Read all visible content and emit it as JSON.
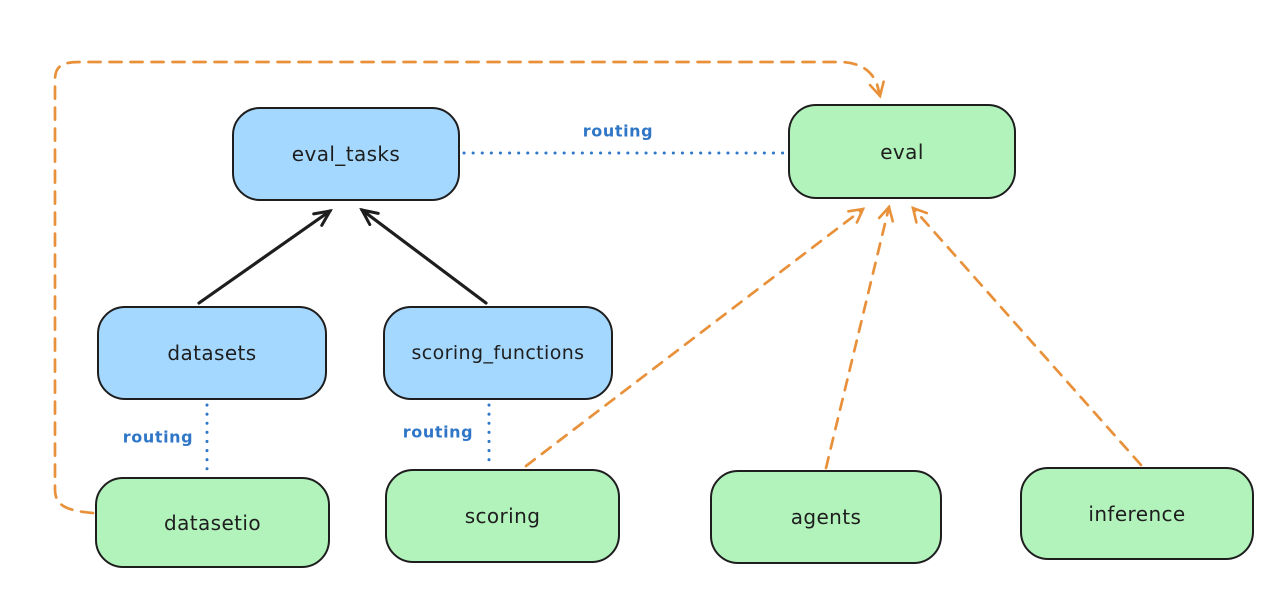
{
  "diagram": {
    "nodes": [
      {
        "id": "eval_tasks",
        "label": "eval_tasks",
        "kind": "resource-blue"
      },
      {
        "id": "eval",
        "label": "eval",
        "kind": "api-green"
      },
      {
        "id": "datasets",
        "label": "datasets",
        "kind": "resource-blue"
      },
      {
        "id": "scoring_functions",
        "label": "scoring_functions",
        "kind": "resource-blue"
      },
      {
        "id": "datasetio",
        "label": "datasetio",
        "kind": "api-green"
      },
      {
        "id": "scoring",
        "label": "scoring",
        "kind": "api-green"
      },
      {
        "id": "agents",
        "label": "agents",
        "kind": "api-green"
      },
      {
        "id": "inference",
        "label": "inference",
        "kind": "api-green"
      }
    ],
    "edges": [
      {
        "from": "datasets",
        "to": "eval_tasks",
        "style": "solid-black-arrow"
      },
      {
        "from": "scoring_functions",
        "to": "eval_tasks",
        "style": "solid-black-arrow"
      },
      {
        "from": "eval_tasks",
        "to": "eval",
        "style": "dotted-blue",
        "label": "routing"
      },
      {
        "from": "datasets",
        "to": "datasetio",
        "style": "dotted-blue",
        "label": "routing"
      },
      {
        "from": "scoring_functions",
        "to": "scoring",
        "style": "dotted-blue",
        "label": "routing"
      },
      {
        "from": "datasetio",
        "to": "eval",
        "style": "dashed-orange-arrow"
      },
      {
        "from": "scoring",
        "to": "eval",
        "style": "dashed-orange-arrow"
      },
      {
        "from": "agents",
        "to": "eval",
        "style": "dashed-orange-arrow"
      },
      {
        "from": "inference",
        "to": "eval",
        "style": "dashed-orange-arrow"
      }
    ],
    "edge_labels": {
      "routing_top": "routing",
      "routing_datasets": "routing",
      "routing_scoring": "routing"
    },
    "colors": {
      "node_blue_fill": "#a5d8ff",
      "node_green_fill": "#b2f2bb",
      "node_stroke": "#1e1e1e",
      "routing_blue": "#2f76c7",
      "dashed_orange": "#e8913a",
      "background": "#ffffff"
    }
  }
}
